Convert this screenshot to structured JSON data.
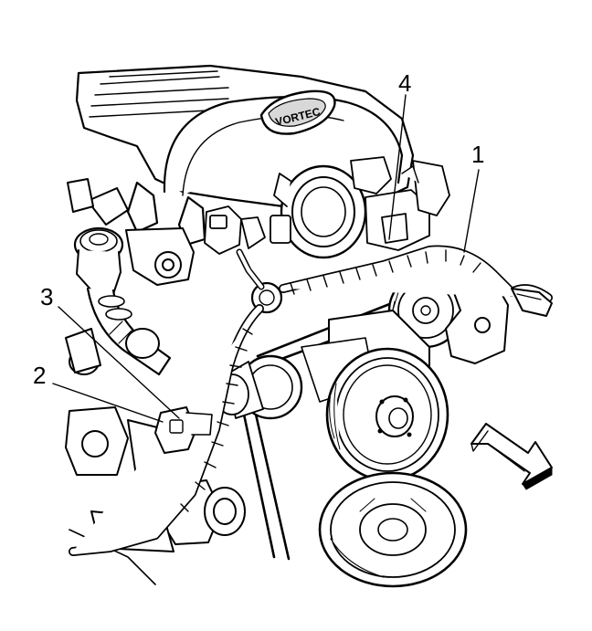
{
  "callouts": [
    {
      "id": "1",
      "label": "1"
    },
    {
      "id": "2",
      "label": "2"
    },
    {
      "id": "3",
      "label": "3"
    },
    {
      "id": "4",
      "label": "4"
    }
  ],
  "emblem_text": "VORTEC",
  "colors": {
    "line": "#000000",
    "fill": "#ffffff"
  }
}
